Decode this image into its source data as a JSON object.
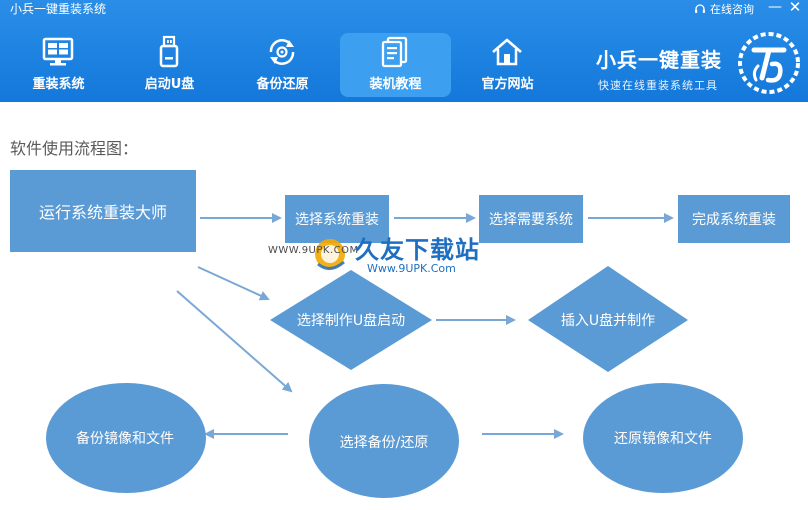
{
  "window": {
    "title": "小兵一键重装系统",
    "consult_label": "在线咨询",
    "minimize_symbol": "—",
    "close_symbol": "✕"
  },
  "nav": {
    "items": [
      {
        "label": "重装系统",
        "icon": "monitor-icon"
      },
      {
        "label": "启动U盘",
        "icon": "usb-drive-icon"
      },
      {
        "label": "备份还原",
        "icon": "backup-restore-icon"
      },
      {
        "label": "装机教程",
        "icon": "document-icon",
        "active": true
      },
      {
        "label": "官方网站",
        "icon": "home-icon"
      }
    ]
  },
  "brand": {
    "name": "小兵一键重装",
    "slogan": "快速在线重装系统工具",
    "logo": "xiaobing-logo-icon"
  },
  "content": {
    "title": "软件使用流程图：",
    "nodes": {
      "run": "运行系统重装大师",
      "select_system": "选择系统重装",
      "select_need": "选择需要系统",
      "finish": "完成系统重装",
      "usb_start": "选择制作U盘启动",
      "usb_make": "插入U盘并制作",
      "backup_files": "备份镜像和文件",
      "backup_restore": "选择备份/还原",
      "restore_files": "还原镜像和文件"
    }
  },
  "watermark": {
    "url_text": "WWW.9UPK.COM",
    "name": "久友下载站",
    "site": "Www.9UPK.Com"
  },
  "colors": {
    "header_blue": "#1478db",
    "node_blue": "#5b9bd5",
    "arrow_blue": "#7aa8d6",
    "title_gray": "#5a5a5a"
  }
}
